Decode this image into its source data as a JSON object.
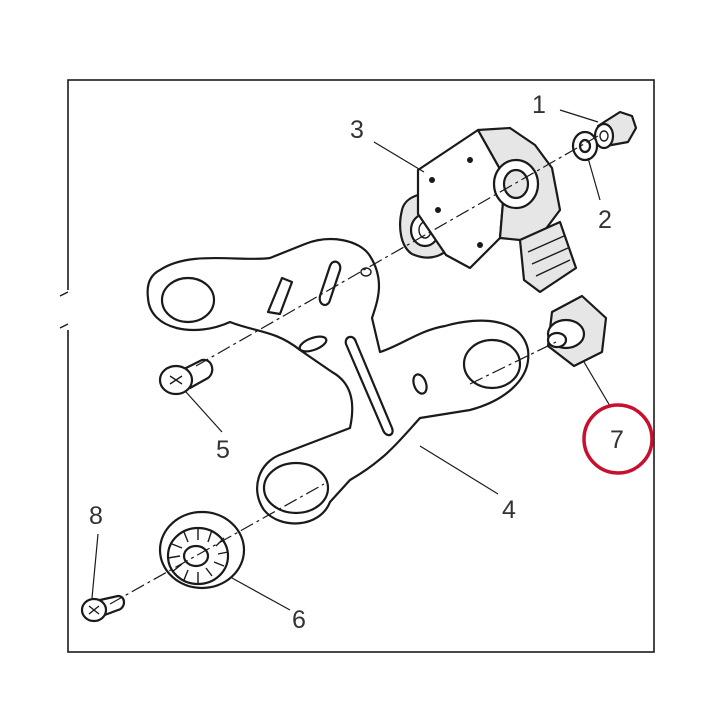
{
  "callouts": {
    "c1": "1",
    "c2": "2",
    "c3": "3",
    "c4": "4",
    "c5": "5",
    "c6": "6",
    "c7": "7",
    "c8": "8"
  },
  "highlight": {
    "label": "7",
    "color": "#c8102e"
  }
}
